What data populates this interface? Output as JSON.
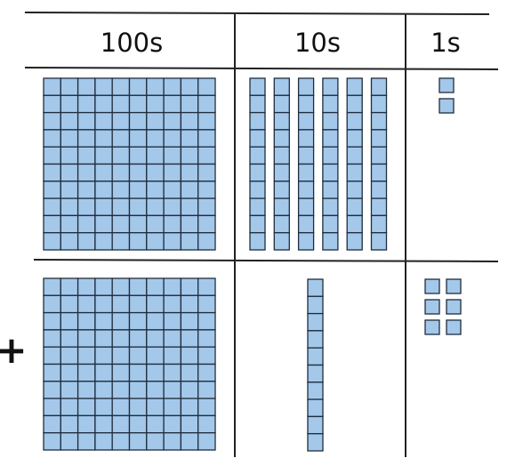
{
  "headers": {
    "hundreds": "100s",
    "tens": "10s",
    "ones": "1s"
  },
  "operator": "+",
  "rows": [
    {
      "hundreds": 1,
      "tens": 6,
      "ones": 2
    },
    {
      "hundreds": 1,
      "tens": 1,
      "ones": 6
    }
  ],
  "colors": {
    "block_fill": "#a4c8ea",
    "block_stroke": "#1f2d3d",
    "line": "#222222"
  }
}
